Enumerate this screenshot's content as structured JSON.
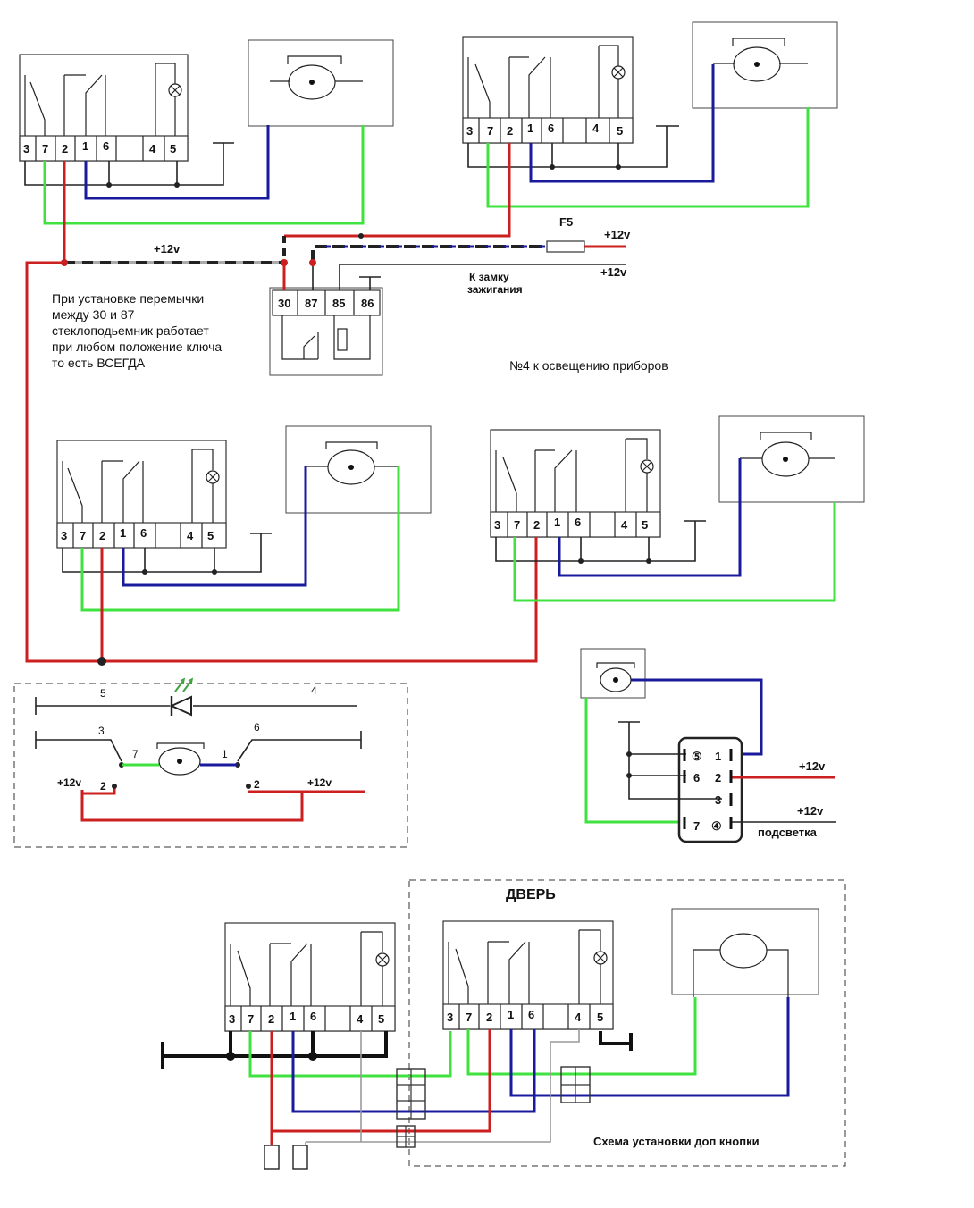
{
  "labels": {
    "plus12_main": "+12v",
    "plus12_fuse": "+12v",
    "plus12_ign": "+12v",
    "fuse": "F5",
    "ignition": [
      "К замку",
      "зажигания"
    ],
    "relay_pins": [
      "30",
      "87",
      "85",
      "86"
    ],
    "note": [
      "При установке перемычки",
      "между 30 и 87",
      "стеклоподьемник работает",
      "при любом положение ключа",
      "то есть ВСЕГДА"
    ],
    "lighting": "№4 к освещению приборов",
    "door": "ДВЕРЬ",
    "extra_button": "Схема установки доп кнопки",
    "backlight": "подсветка",
    "btn_plus12_a": "+12v",
    "btn_plus12_b": "+12v"
  },
  "switch_pins": [
    {
      "label": "3"
    },
    {
      "label": "7"
    },
    {
      "label": "2"
    },
    {
      "label": "1"
    },
    {
      "label": "6"
    },
    {
      "label": ""
    },
    {
      "label": "4"
    },
    {
      "label": "5"
    }
  ],
  "schematic": {
    "led_left": "5",
    "led_right": "4",
    "pin_3": "3",
    "pin_6": "6",
    "pin_7": "7",
    "pin_1": "1",
    "pin_2_left": "2",
    "pin_2_right": "2",
    "v_left": "+12v",
    "v_right": "+12v"
  },
  "button_module": {
    "rows": [
      {
        "left": "⑤",
        "right": "1"
      },
      {
        "left": "6",
        "right": "2"
      },
      {
        "left": "",
        "right": "3"
      },
      {
        "left": "7",
        "right": "④"
      }
    ]
  },
  "colors": {
    "red": "#cc1f1f",
    "blue": "#1a1a9c",
    "green": "#3fe23f",
    "black": "#222222",
    "gray": "#9a9a9a"
  }
}
